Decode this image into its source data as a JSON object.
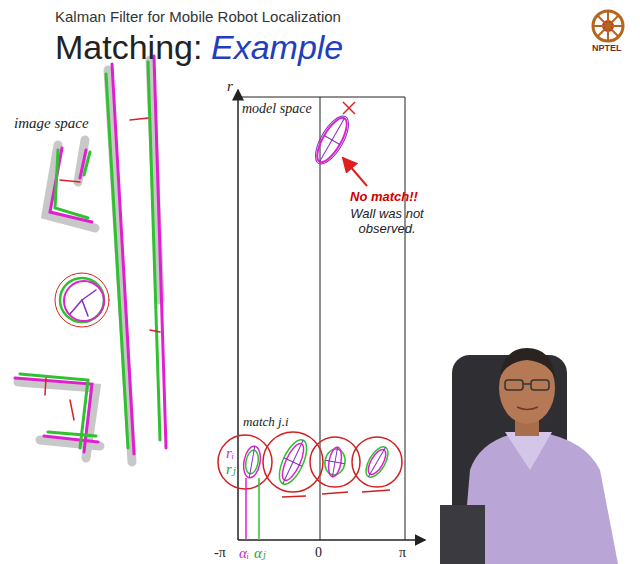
{
  "diagram": {
    "labels": [
      "Kalman Filter for Mobile Robot Localization",
      "Matching:",
      "Example",
      "NPTEL",
      "image space",
      "r",
      "model space",
      "No match!!",
      "Wall was not observed.",
      "match j.i",
      "rᵢ",
      "rⱼ",
      "-π",
      "αᵢ",
      "αⱼ",
      "0",
      "π"
    ]
  }
}
